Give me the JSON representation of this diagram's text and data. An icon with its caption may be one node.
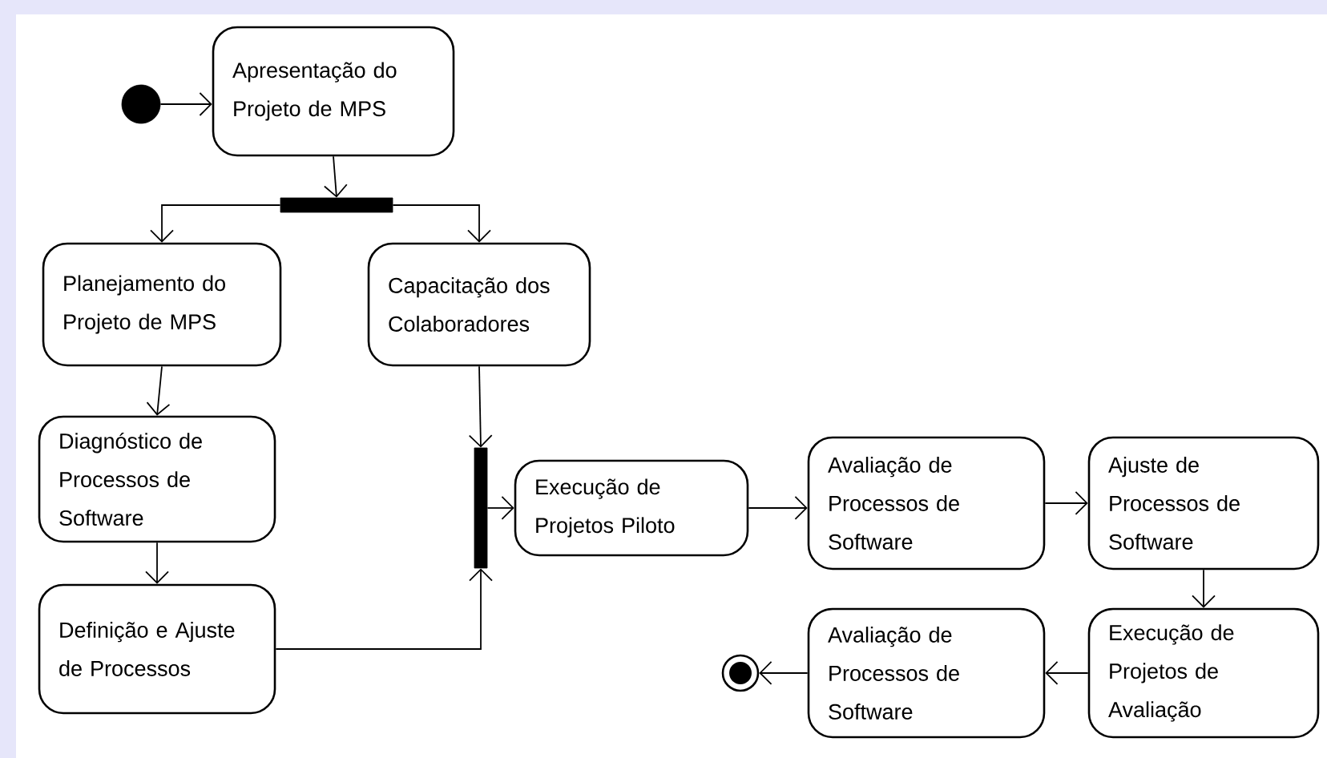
{
  "diagram": {
    "nodes": [
      {
        "text": [],
        "shape": "circle"
      },
      {
        "text": [
          "Apresentação do Projeto de MPS"
        ]
      },
      {
        "text": [],
        "shape": "bar"
      },
      {
        "text": [
          "Planejamento do Projeto de MPS"
        ]
      },
      {
        "text": [
          "Capacitação dos Colaboradores"
        ]
      },
      {
        "text": [
          "Diagnóstico de Processos de Software"
        ]
      },
      {
        "text": [
          "Definição e Ajuste de Processos"
        ]
      },
      {
        "text": [],
        "shape": "bar"
      },
      {
        "text": [
          "Execução de Projetos Piloto"
        ]
      },
      {
        "text": [
          "Avaliação de Processos de Software"
        ]
      },
      {
        "text": [
          "Ajuste de Processos de Software"
        ]
      },
      {
        "text": [
          "Execução de Projetos de Avaliação"
        ]
      },
      {
        "text": [
          "Avaliação de Processos de Software"
        ]
      },
      {
        "text": [],
        "shape": "bullseye"
      }
    ],
    "edges": [
      {
        "from": 0,
        "to": 1,
        "arrow": "to"
      },
      {
        "from": 1,
        "to": 2,
        "arrow": "to"
      },
      {
        "from": 2,
        "to": 3,
        "arrow": "to"
      },
      {
        "from": 2,
        "to": 4,
        "arrow": "to"
      },
      {
        "from": 3,
        "to": 5,
        "arrow": "to"
      },
      {
        "from": 5,
        "to": 6,
        "arrow": "to"
      },
      {
        "from": 4,
        "to": 7,
        "arrow": "to"
      },
      {
        "from": 6,
        "to": 7,
        "arrow": "to"
      },
      {
        "from": 7,
        "to": 8,
        "arrow": "to"
      },
      {
        "from": 8,
        "to": 9,
        "arrow": "to"
      },
      {
        "from": 9,
        "to": 10,
        "arrow": "to"
      },
      {
        "from": 10,
        "to": 11,
        "arrow": "to"
      },
      {
        "from": 11,
        "to": 12,
        "arrow": "to"
      },
      {
        "from": 12,
        "to": 13,
        "arrow": "to"
      }
    ]
  }
}
